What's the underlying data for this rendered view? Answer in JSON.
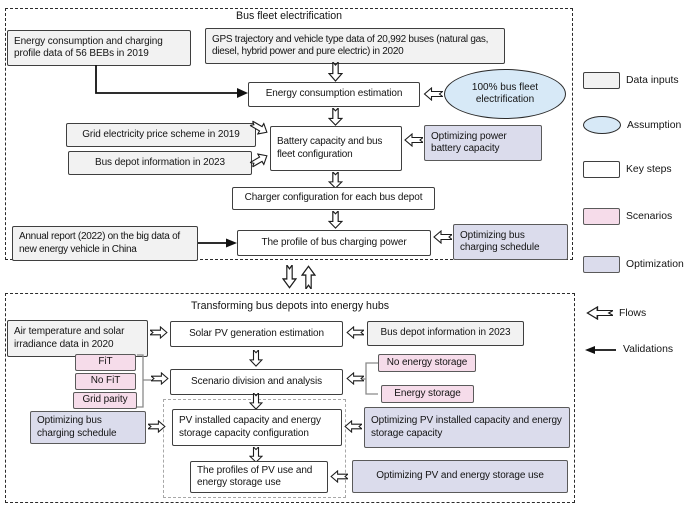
{
  "colors": {
    "data_input_fill": "#f2f2f2",
    "assumption_fill": "#d7e9f7",
    "key_step_fill": "#ffffff",
    "scenario_fill": "#f6dcea",
    "optimization_fill": "#dbdcec",
    "line": "#141414"
  },
  "top": {
    "title": "Bus fleet electrification",
    "input_energy_profile": "Energy consumption and charging profile data of 56 BEBs in 2019",
    "input_gps": "GPS trajectory and vehicle type data of 20,992 buses (natural gas, diesel, hybrid power and pure electric) in 2020",
    "step_energy_estimation": "Energy consumption estimation",
    "assumption_100pct": "100% bus fleet electrification",
    "input_grid_price": "Grid electricity price scheme in 2019",
    "input_bus_depot": "Bus depot information in 2023",
    "step_battery": "Battery capacity and bus fleet configuration",
    "opt_battery": "Optimizing power battery capacity",
    "step_charger": "Charger configuration for each bus depot",
    "input_annual_report": "Annual report (2022) on the big data of new energy vehicle in China",
    "step_profile": "The profile of bus charging power",
    "opt_charging_schedule": "Optimizing bus charging schedule"
  },
  "bottom": {
    "title": "Transforming bus depots into energy hubs",
    "input_air_solar": "Air temperature and solar irradiance data in 2020",
    "step_solar_pv": "Solar PV generation estimation",
    "input_bus_depot": "Bus depot information in 2023",
    "scenario_fit": "FiT",
    "scenario_no_fit": "No FiT",
    "scenario_grid_parity": "Grid parity",
    "step_scenario_division": "Scenario division and analysis",
    "scenario_no_storage": "No energy storage",
    "scenario_storage": "Energy storage",
    "opt_bus_schedule": "Optimizing bus charging schedule",
    "step_pv_capacity": "PV installed capacity and energy storage capacity configuration",
    "opt_pv_capacity": "Optimizing PV installed capacity and energy storage capacity",
    "step_pv_profiles": "The profiles of PV use and energy storage use",
    "opt_pv_use": "Optimizing PV and energy storage use"
  },
  "legend": {
    "data_inputs": "Data inputs",
    "assumption": "Assumption",
    "key_steps": "Key steps",
    "scenarios": "Scenarios",
    "optimization": "Optimization",
    "flows": "Flows",
    "validations": "Validations"
  }
}
